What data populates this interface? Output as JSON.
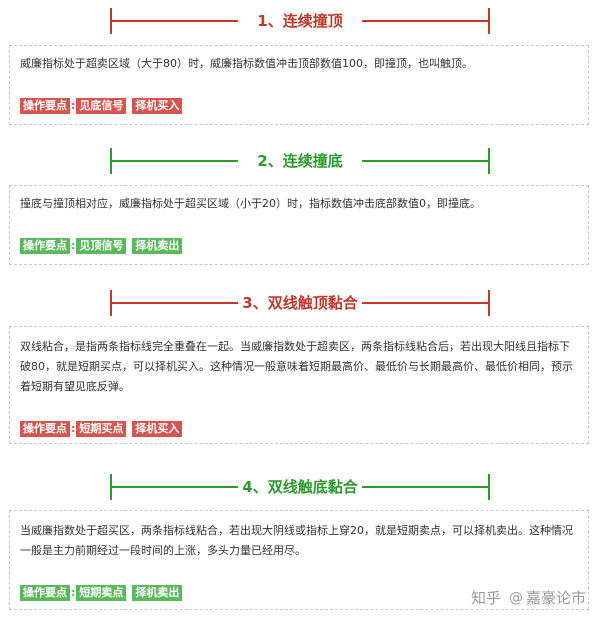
{
  "colors": {
    "red": "#c0392b",
    "red_tag_bg": "#d9534f",
    "green": "#2e9b2e",
    "green_tag_bg": "#5cb85c",
    "body_text": "#333333",
    "border": "#c8c8c8"
  },
  "sections": [
    {
      "title": "1、连续撞顶",
      "color": "red",
      "text": "威廉指标处于超卖区域（大于80）时，威廉指标数值冲击顶部数值100，即撞顶，也叫触顶。",
      "tags": [
        "操作要点",
        "见底信号",
        "择机买入"
      ]
    },
    {
      "title": "2、连续撞底",
      "color": "green",
      "text": "撞底与撞顶相对应，威廉指标处于超买区域（小于20）时，指标数值冲击底部数值0，即撞底。",
      "tags": [
        "操作要点",
        "见顶信号",
        "择机卖出"
      ]
    },
    {
      "title": "3、双线触顶黏合",
      "color": "red",
      "text": "双线粘合，是指两条指标线完全重叠在一起。当威廉指数处于超卖区，两条指标线粘合后，若出现大阳线且指标下破80，就是短期买点，可以择机买入。这种情况一般意味着短期最高价、最低价与长期最高价、最低价相同，预示着短期有望见底反弹。",
      "tags": [
        "操作要点",
        "短期买点",
        "择机买入"
      ]
    },
    {
      "title": "4、双线触底黏合",
      "color": "green",
      "text": "当威廉指数处于超买区，两条指标线粘合，若出现大阴线或指标上穿20，就是短期卖点，可以择机卖出。这种情况一般是主力前期经过一段时间的上涨，多头力量已经用尽。",
      "tags": [
        "操作要点",
        "短期卖点",
        "择机卖出"
      ]
    }
  ],
  "watermark": {
    "site": "知乎",
    "at": "@",
    "author": "嘉豪论市"
  }
}
